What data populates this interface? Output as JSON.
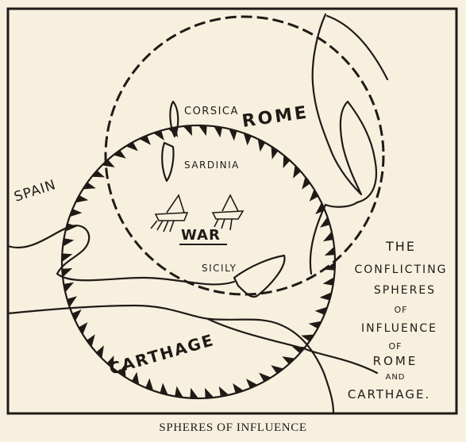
{
  "map": {
    "labels": {
      "corsica": "CORSICA",
      "rome": "ROME",
      "sardinia": "SARDINIA",
      "spain": "SPAIN",
      "war": "WAR",
      "sicily": "SICILY",
      "carthage": "CARTHAGE"
    },
    "legend": [
      "THE",
      "CONFLICTING",
      "SPHERES",
      "OF",
      "INFLUENCE",
      "OF",
      "ROME",
      "AND",
      "CARTHAGE."
    ]
  },
  "caption": "SPHERES OF INFLUENCE",
  "colors": {
    "ink": "#1f1a16",
    "paper": "#f7f0df"
  }
}
